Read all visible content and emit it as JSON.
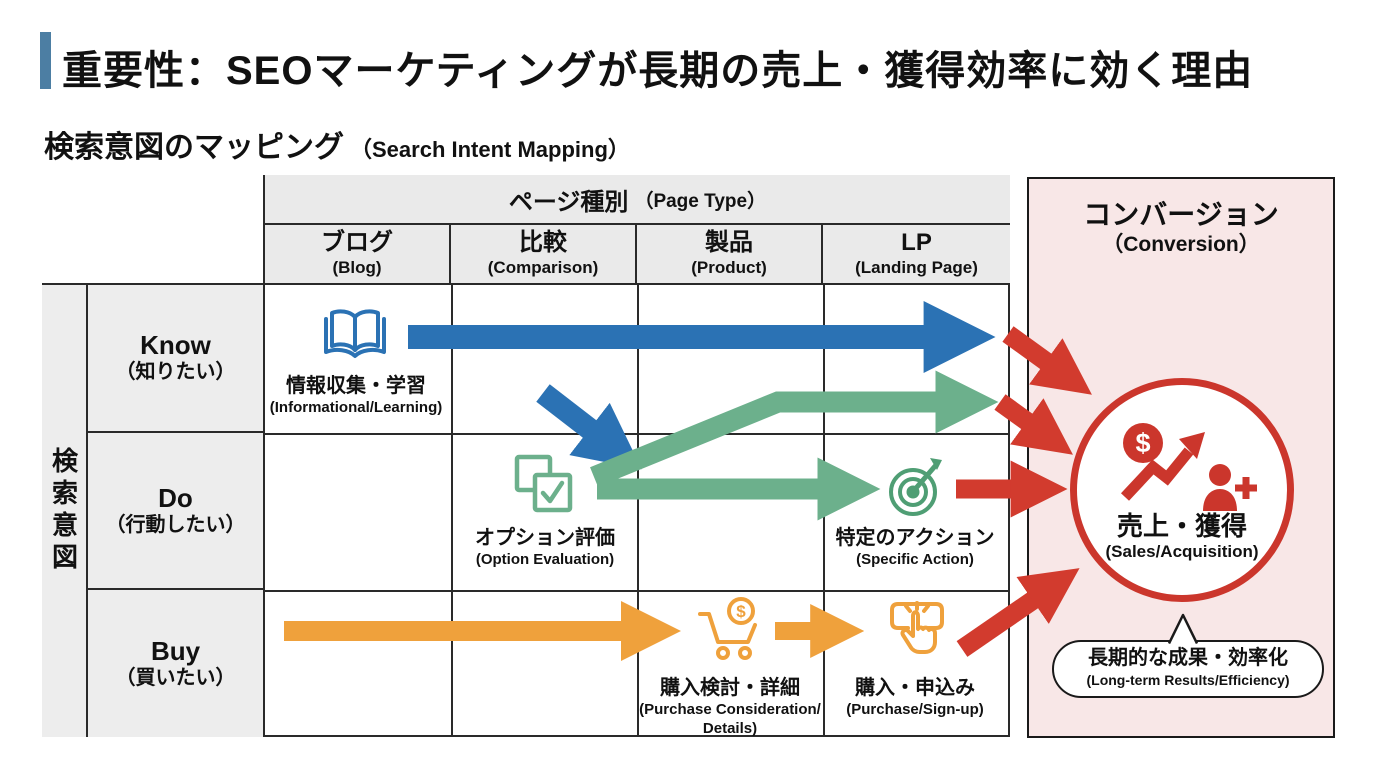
{
  "title": {
    "text": "重要性：SEOマーケティングが長期の売上・獲得効率に効く理由"
  },
  "subtitle": {
    "jp": "検索意図のマッピング",
    "en": "（Search Intent Mapping）"
  },
  "matrix": {
    "column_group": {
      "jp": "ページ種別",
      "en": "（Page Type）"
    },
    "columns": [
      {
        "jp": "ブログ",
        "en": "(Blog)"
      },
      {
        "jp": "比較",
        "en": "(Comparison)"
      },
      {
        "jp": "製品",
        "en": "(Product)"
      },
      {
        "jp": "LP",
        "en": "(Landing Page)"
      }
    ],
    "row_axis": "検索意図",
    "rows": [
      {
        "en": "Know",
        "jp": "（知りたい）"
      },
      {
        "en": "Do",
        "jp": "（行動したい）"
      },
      {
        "en": "Buy",
        "jp": "（買いたい）"
      }
    ],
    "nodes": {
      "informational": {
        "jp": "情報収集・学習",
        "en": "(Informational/Learning)",
        "icon": "open-book-icon"
      },
      "option_evaluation": {
        "jp": "オプション評価",
        "en": "(Option Evaluation)",
        "icon": "checkbox-icon"
      },
      "specific_action": {
        "jp": "特定のアクション",
        "en": "(Specific Action)",
        "icon": "target-icon"
      },
      "purchase_consideration": {
        "jp": "購入検討・詳細",
        "en_line1": "(Purchase Consideration/",
        "en_line2": "Details)",
        "icon": "cart-dollar-icon"
      },
      "purchase_signup": {
        "jp": "購入・申込み",
        "en": "(Purchase/Sign-up)",
        "icon": "tap-button-icon"
      }
    }
  },
  "conversion": {
    "title_jp": "コンバージョン",
    "title_en": "（Conversion）",
    "goal_jp": "売上・獲得",
    "goal_en": "(Sales/Acquisition)",
    "bubble_jp": "長期的な成果・効率化",
    "bubble_en": "(Long-term Results/Efficiency)"
  },
  "colors": {
    "blue": "#2b72b4",
    "green": "#6cb08c",
    "green_dark": "#4f9e74",
    "orange": "#efa13c",
    "red": "#d23b2e",
    "red_deep": "#cb362c",
    "panel_pink": "#f8e7e7",
    "header_gray": "#eaeaea",
    "grid": "#2a2a2a",
    "accent_bar": "#4c7ea3"
  }
}
